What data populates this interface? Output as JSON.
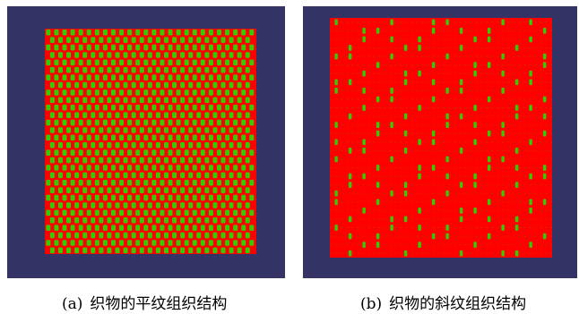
{
  "figures": [
    {
      "id": "a",
      "tag": "(a)",
      "caption": "织物的平纹组织结构",
      "weave": "plain",
      "colors": {
        "background": "#333366",
        "warp": "#ff0000",
        "weft": "#33cc00"
      }
    },
    {
      "id": "b",
      "tag": "(b)",
      "caption": "织物的斜纹组织结构",
      "weave": "twill",
      "colors": {
        "background": "#333366",
        "warp": "#ff0000",
        "weft": "#33cc00"
      }
    }
  ]
}
